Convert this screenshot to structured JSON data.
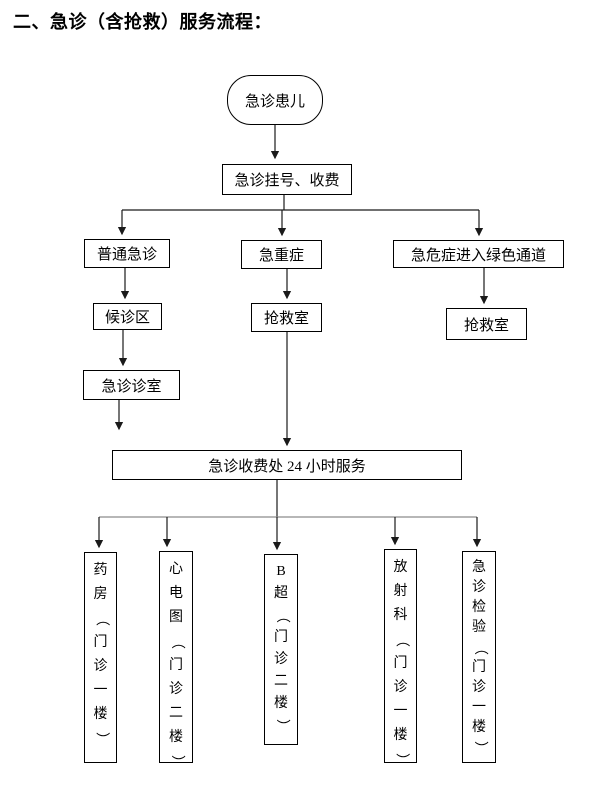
{
  "page": {
    "title": "二、急诊（含抢救）服务流程："
  },
  "flowchart": {
    "start": {
      "label": "急诊患儿"
    },
    "registration": {
      "label": "急诊挂号、收费"
    },
    "branches": [
      {
        "label": "普通急诊"
      },
      {
        "label": "急重症"
      },
      {
        "label": "急危症进入绿色通道"
      }
    ],
    "waiting_area": {
      "label": "候诊区"
    },
    "rescue_room_mid": {
      "label": "抢救室"
    },
    "rescue_room_right": {
      "label": "抢救室"
    },
    "emergency_clinic": {
      "label": "急诊诊室"
    },
    "fee_office": {
      "label": "急诊收费处 24 小时服务"
    },
    "departments": [
      {
        "label": "药房（门诊一楼）"
      },
      {
        "label": "心电图（门诊二楼）"
      },
      {
        "label": "B超（门诊二楼）"
      },
      {
        "label": "放射科（门诊一楼）"
      },
      {
        "label": "急诊检验（门诊一楼）"
      }
    ]
  },
  "colors": {
    "line": "#1a1a1a",
    "light_line": "#8c8c8c",
    "text": "#000000",
    "background": "#ffffff"
  }
}
